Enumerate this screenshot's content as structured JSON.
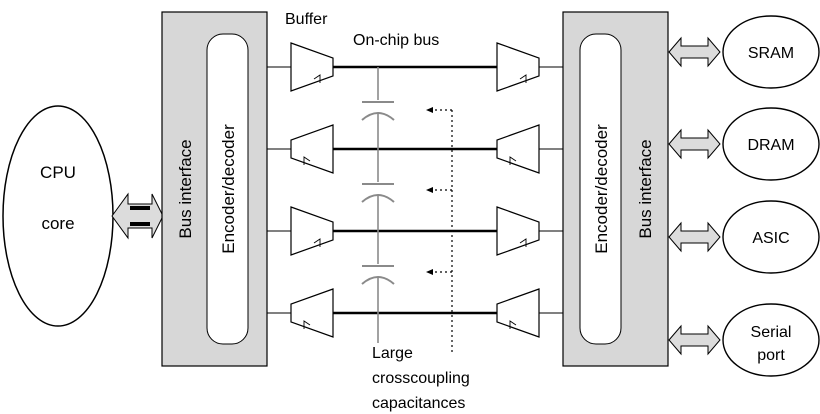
{
  "cpu": {
    "line1": "CPU",
    "line2": "core"
  },
  "left_bus_interface": "Bus interface",
  "left_codec": "Encoder/decoder",
  "right_codec": "Encoder/decoder",
  "right_bus_interface": "Bus interface",
  "buffer_label": "Buffer",
  "bus_label": "On-chip bus",
  "peripherals": [
    {
      "name": "sram",
      "line1": "SRAM",
      "line2": ""
    },
    {
      "name": "dram",
      "line1": "DRAM",
      "line2": ""
    },
    {
      "name": "asic",
      "line1": "ASIC",
      "line2": ""
    },
    {
      "name": "serial-port",
      "line1": "Serial",
      "line2": "port"
    }
  ],
  "capacitance_label": [
    "Large",
    "crosscoupling",
    "capacitances"
  ],
  "colors": {
    "block_fill": "#d7d7d7",
    "cap_stroke": "#8a8a8a",
    "arrow_fill": "#dcdcdc",
    "line": "#000000"
  }
}
